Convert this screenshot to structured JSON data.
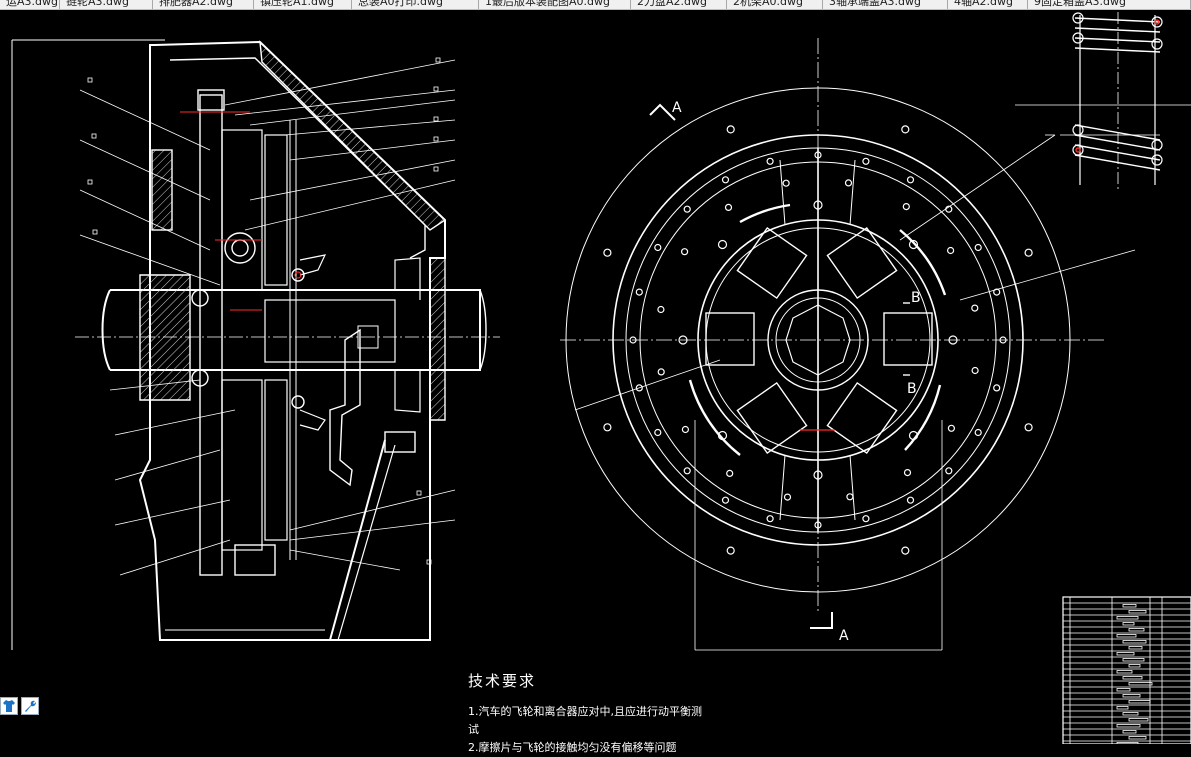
{
  "tabs": [
    {
      "label": "运A3.dwg",
      "width": 60
    },
    {
      "label": "链轮A3.dwg",
      "width": 93
    },
    {
      "label": "排肥器A2.dwg",
      "width": 101
    },
    {
      "label": "镇压轮A1.dwg",
      "width": 98
    },
    {
      "label": "总装A0打印.dwg",
      "width": 127
    },
    {
      "label": "1最后版本装配图A0.dwg",
      "width": 152
    },
    {
      "label": "2刀盘A2.dwg",
      "width": 96
    },
    {
      "label": "2机架A0.dwg",
      "width": 96
    },
    {
      "label": "3轴承端盖A3.dwg",
      "width": 125
    },
    {
      "label": "4轴A2.dwg",
      "width": 80
    },
    {
      "label": "9固定箱盖A3.dwg",
      "width": 163
    }
  ],
  "drawing": {
    "section_label_A_top": "A",
    "section_label_A_bottom": "A",
    "section_label_B_top": "B",
    "section_label_B_bottom": "B",
    "colors": {
      "line": "#ffffff",
      "accent": "#ff2a2a",
      "hatch": "#cfcfcf"
    }
  },
  "tech_requirements": {
    "title": "技术要求",
    "lines": [
      "1.汽车的飞轮和离合器应对中,且应进行动平衡测",
      "试",
      "2.摩擦片与飞轮的接触均匀没有偏移等问题"
    ]
  },
  "toolbar": {
    "icons": [
      "shirt-icon",
      "wrench-icon"
    ]
  }
}
